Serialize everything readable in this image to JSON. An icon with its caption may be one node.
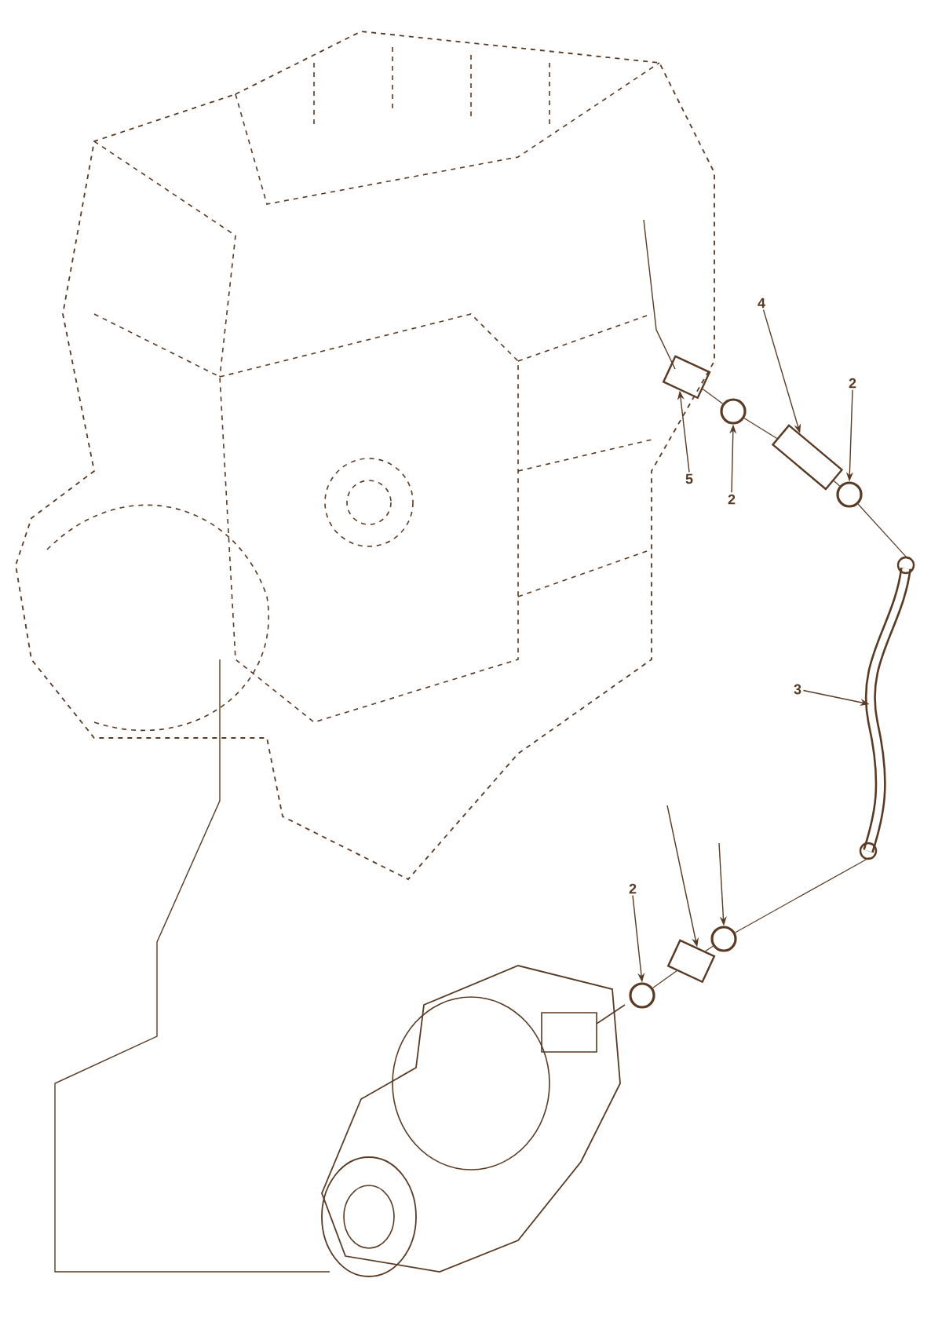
{
  "diagram": {
    "nodes": [
      {
        "text": [
          "4"
        ]
      },
      {
        "text": [
          "2"
        ]
      },
      {
        "text": [
          "5"
        ]
      },
      {
        "text": [
          "2"
        ]
      },
      {
        "text": [],
        "shape": "cylinder"
      },
      {
        "text": [],
        "shape": "circle"
      },
      {
        "text": [],
        "shape": "cylinder"
      },
      {
        "text": [],
        "shape": "circle"
      },
      {
        "text": [
          "3"
        ]
      },
      {
        "text": [],
        "shape": "picture"
      },
      {
        "text": [
          "2"
        ]
      },
      {
        "text": [],
        "shape": "circle"
      },
      {
        "text": [],
        "shape": "cylinder"
      },
      {
        "text": [],
        "shape": "circle"
      }
    ],
    "edges": [
      {
        "from": 0,
        "to": 6,
        "arrow": "to"
      },
      {
        "from": 1,
        "to": 7,
        "arrow": "to"
      },
      {
        "from": 2,
        "to": 4,
        "arrow": "to"
      },
      {
        "from": 3,
        "to": 5,
        "arrow": "to"
      },
      {
        "from": 8,
        "to": 9,
        "arrow": "to"
      },
      {
        "from": 10,
        "to": 11,
        "arrow": "to"
      },
      {
        "from": null,
        "to": 12,
        "arrow": "to"
      },
      {
        "from": null,
        "to": 13,
        "arrow": "to"
      },
      {
        "from": 4,
        "to": 5,
        "arrow": "none"
      },
      {
        "from": 5,
        "to": 6,
        "arrow": "none"
      },
      {
        "from": 6,
        "to": 7,
        "arrow": "none"
      },
      {
        "from": 7,
        "to": 9,
        "arrow": "none"
      },
      {
        "from": 9,
        "to": 13,
        "arrow": "none"
      },
      {
        "from": 13,
        "to": 12,
        "arrow": "none"
      },
      {
        "from": 12,
        "to": 11,
        "arrow": "none"
      }
    ]
  }
}
